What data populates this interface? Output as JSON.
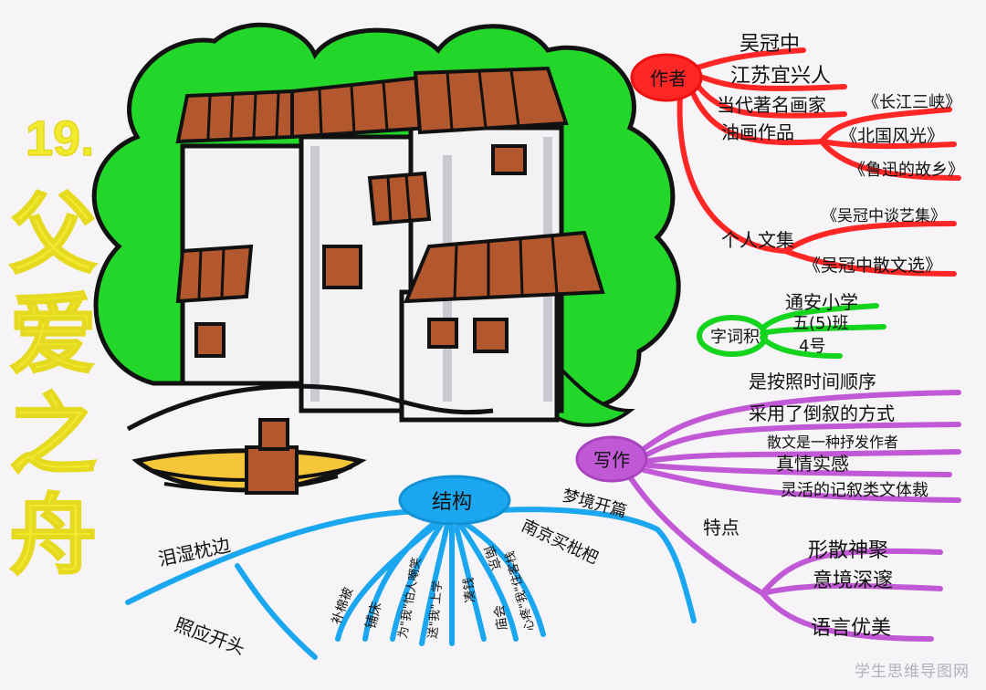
{
  "title": {
    "number": "19.",
    "chars": [
      "父",
      "爱",
      "之",
      "舟"
    ]
  },
  "author_branch": {
    "node": "作者",
    "items": [
      "吴冠中",
      "江苏宜兴人",
      "当代著名画家",
      "油画作品"
    ],
    "paintings": [
      "《长江三峡》",
      "《北国风光》",
      "《鲁迅的故乡》"
    ],
    "collection_label": "个人文集",
    "collections": [
      "《吴冠中谈艺集》",
      "《吴冠中散文选》"
    ]
  },
  "words_branch": {
    "node": "字词积",
    "items": [
      "通安小学",
      "五(5)班",
      "4号"
    ]
  },
  "writing_branch": {
    "node": "写作",
    "items": [
      "是按照时间顺序",
      "采用了倒叙的方式",
      "散文是一种抒发作者",
      "真情实感",
      "灵活的记叙类文体裁"
    ],
    "feature_label": "特点",
    "features": [
      "形散神聚",
      "意境深邃",
      "语言优美"
    ]
  },
  "structure_branch": {
    "node": "结构",
    "start": "梦境开篇",
    "end_left": "泪湿枕边",
    "echo": "照应开头",
    "events": [
      "补棉被",
      "铺床",
      "为\"我\"怕人嘲笑",
      "送\"我\"上学",
      "凑钱",
      "心疼\"我\"住客栈",
      "庙会",
      "南京"
    ],
    "top_right": "南京买枇杷"
  },
  "watermark": "学生思维导图网",
  "colors": {
    "tree": "#22d62a",
    "roof": "#b3582e",
    "wall": "#f2f2f5",
    "boat_yellow": "#f5c53a",
    "title_yellow": "#f2ea2c",
    "red": "#ff2626",
    "green": "#14d41e",
    "purple": "#c159d6",
    "blue": "#1aa7f0",
    "ink": "#111111"
  }
}
